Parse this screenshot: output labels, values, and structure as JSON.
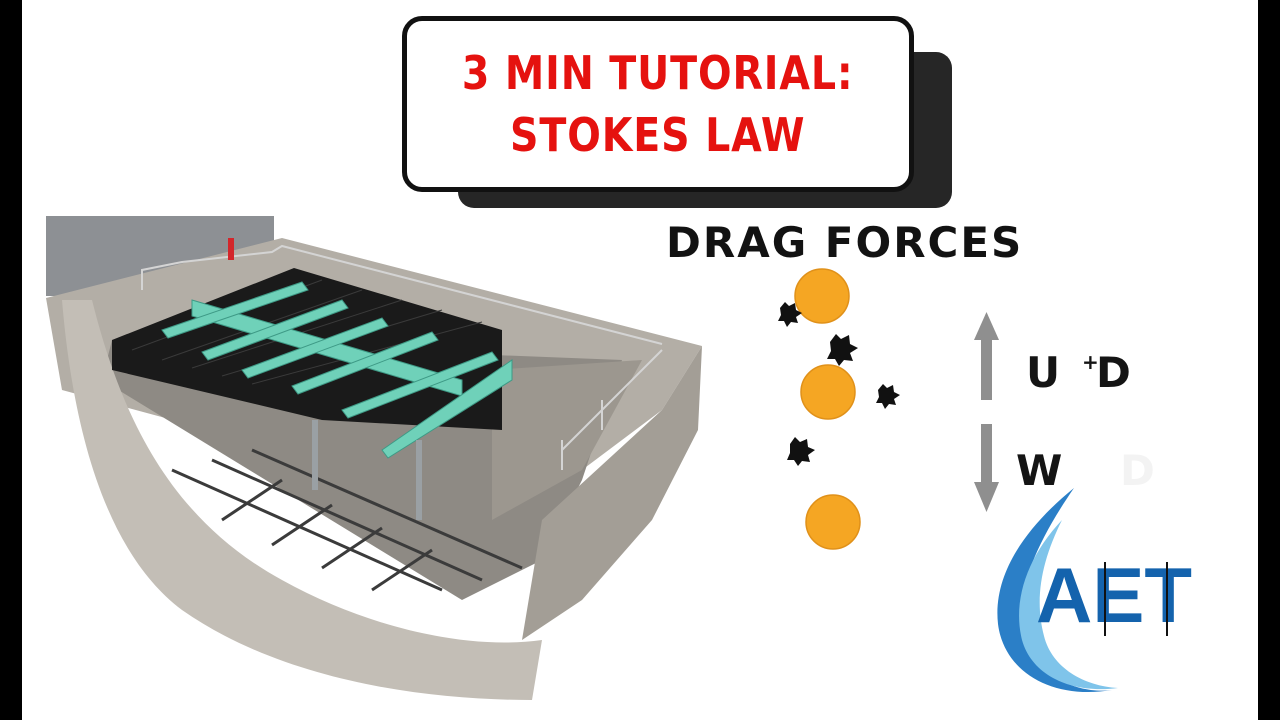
{
  "title": {
    "line1": "3 MIN TUTORIAL:",
    "line2": "STOKES LAW"
  },
  "diagram": {
    "heading": "DRAG FORCES",
    "upward_symbol": "U",
    "plus_symbol": "+",
    "drag_symbol": "D",
    "weight_symbol": "W",
    "faded_symbol": "D",
    "arrow_up_icon": "arrow-up-icon",
    "arrow_down_icon": "arrow-down-icon",
    "particle_color": "#f5a623",
    "debris_color": "#111111"
  },
  "logo": {
    "text": "AET",
    "color": "#1463ad"
  },
  "illustration": {
    "subject": "sedimentation-tank-cutaway",
    "concrete_color": "#a8a39b",
    "walkway_color": "#6fd1b9",
    "plate_color": "#1c1c1c"
  }
}
